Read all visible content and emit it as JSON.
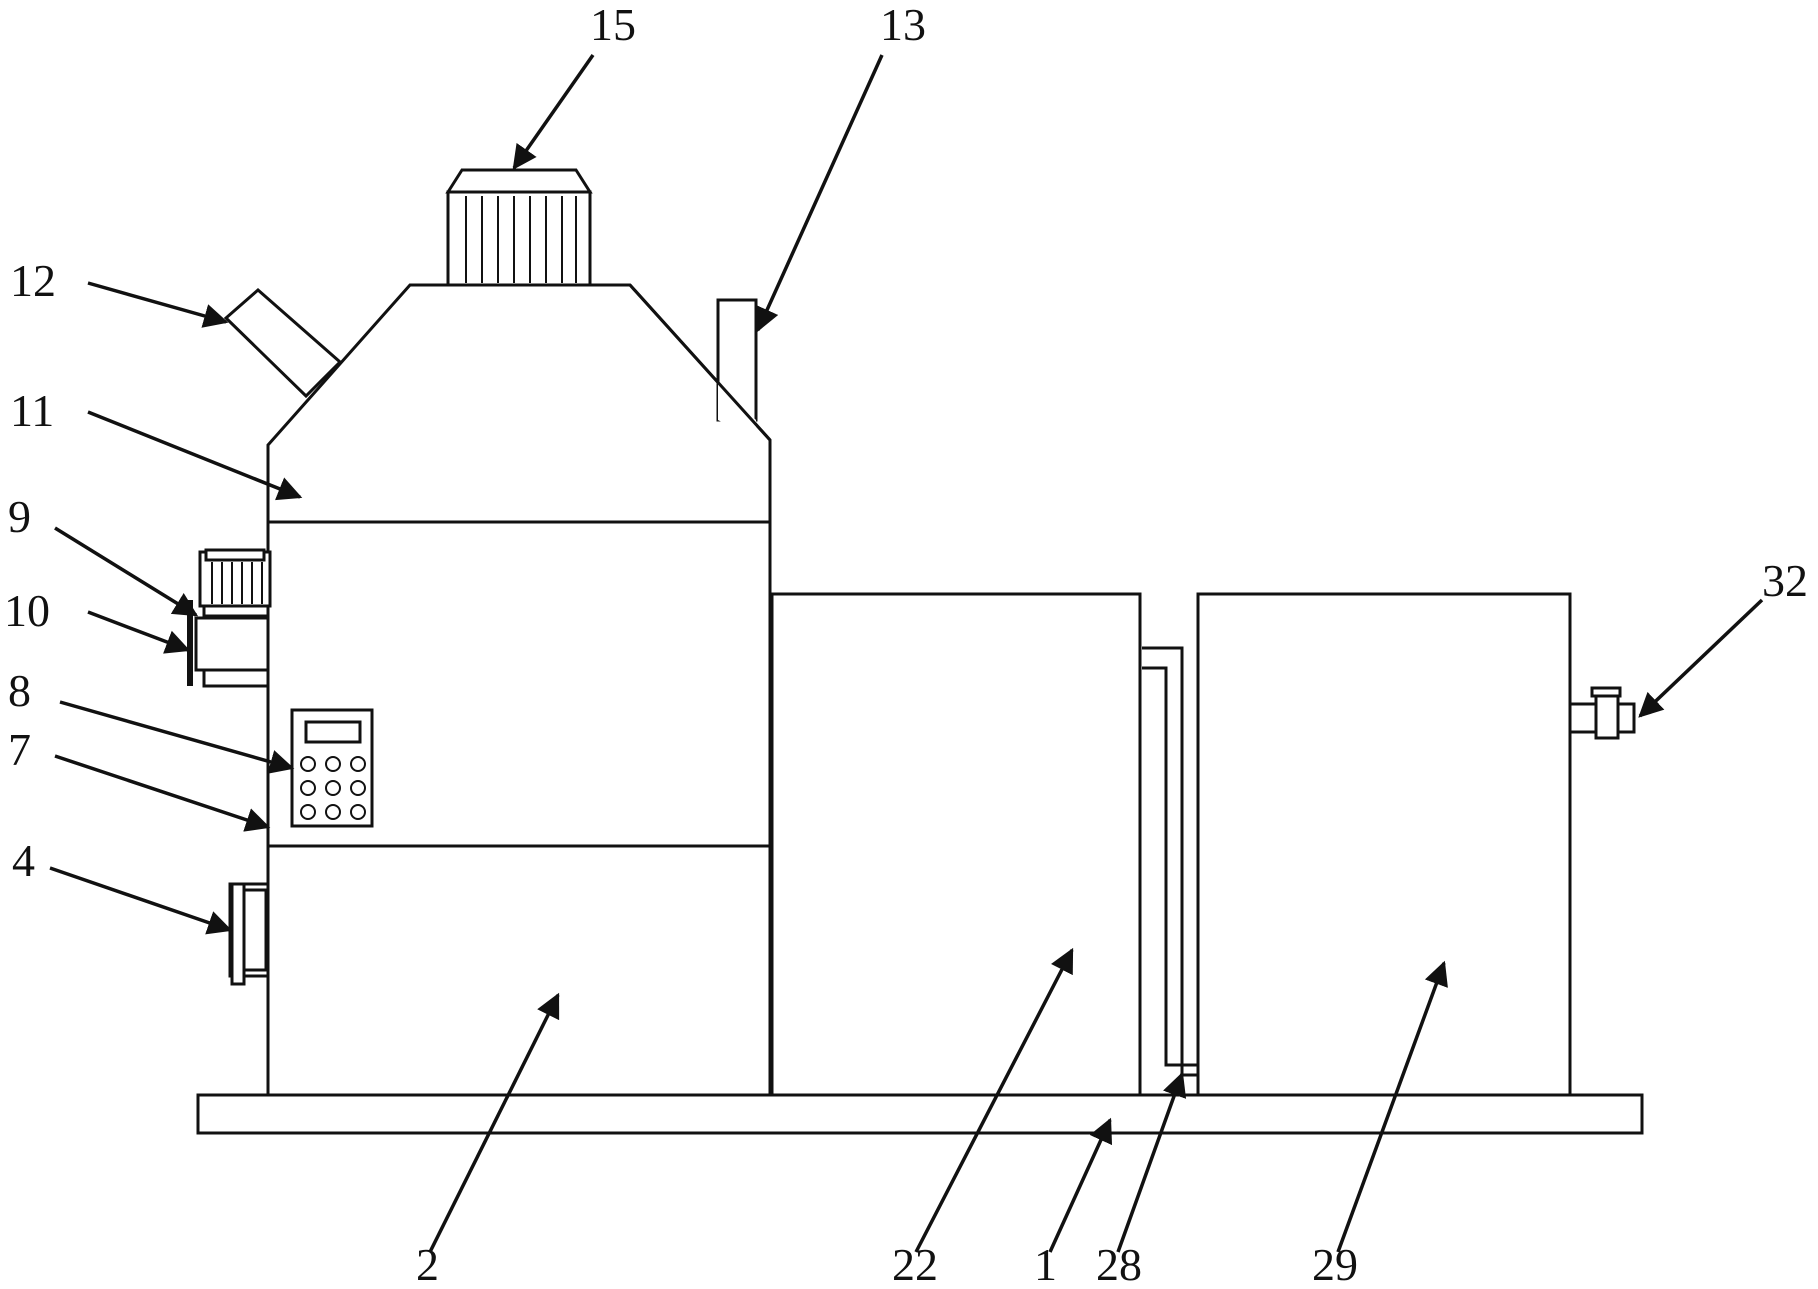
{
  "callouts": [
    {
      "id": "c15",
      "label": "15"
    },
    {
      "id": "c13",
      "label": "13"
    },
    {
      "id": "c12",
      "label": "12"
    },
    {
      "id": "c11",
      "label": "11"
    },
    {
      "id": "c9",
      "label": "9"
    },
    {
      "id": "c10",
      "label": "10"
    },
    {
      "id": "c8",
      "label": "8"
    },
    {
      "id": "c7",
      "label": "7"
    },
    {
      "id": "c4",
      "label": "4"
    },
    {
      "id": "c32",
      "label": "32"
    },
    {
      "id": "c2",
      "label": "2"
    },
    {
      "id": "c22",
      "label": "22"
    },
    {
      "id": "c1",
      "label": "1"
    },
    {
      "id": "c28",
      "label": "28"
    },
    {
      "id": "c29",
      "label": "29"
    }
  ]
}
